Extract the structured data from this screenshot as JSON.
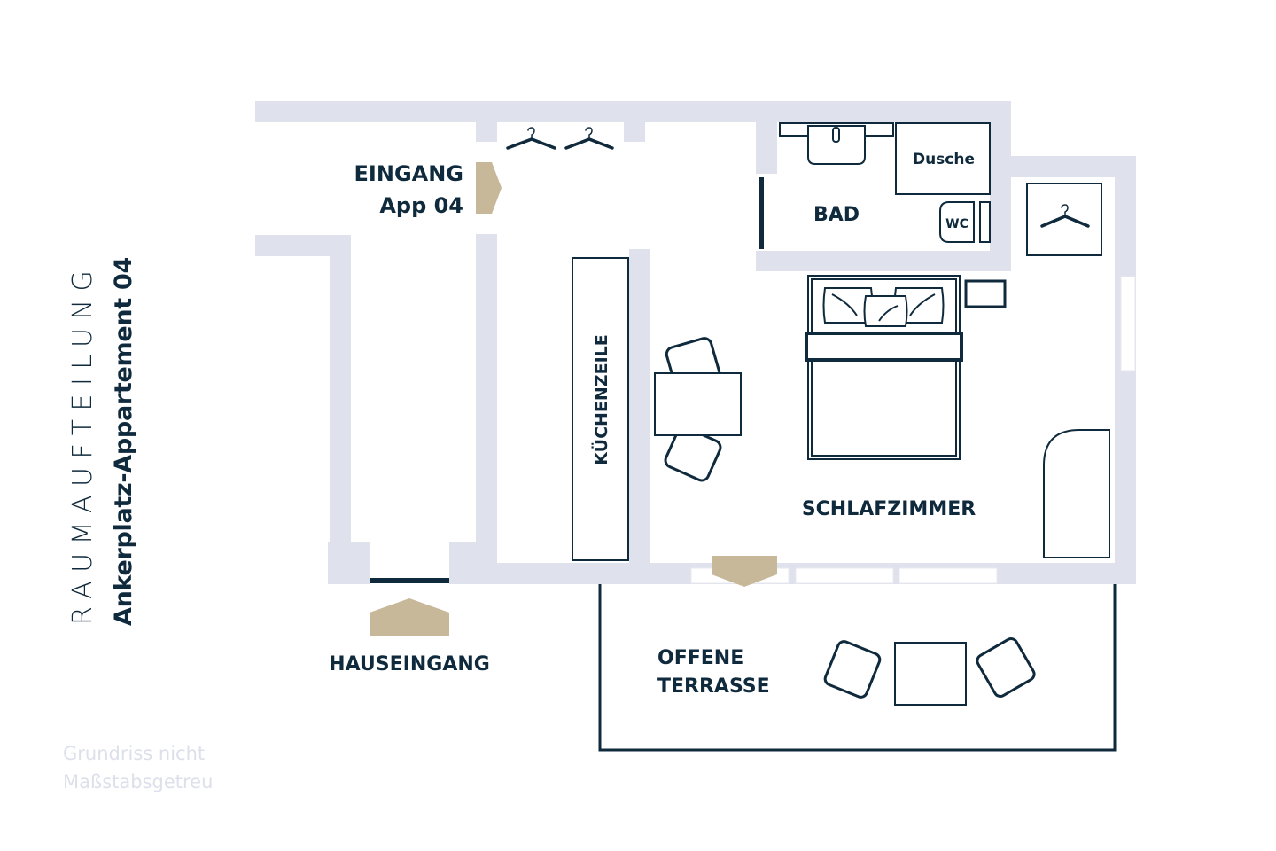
{
  "title": {
    "heading": "RAUMAUFTEILUNG",
    "subheading": "Ankerplatz-Appartement 04"
  },
  "note": {
    "line1": "Grundriss nicht",
    "line2": "Maßstabsgetreu"
  },
  "rooms": {
    "entrance_line1": "EINGANG",
    "entrance_line2": "App 04",
    "bathroom": "BAD",
    "shower": "Dusche",
    "wc": "WC",
    "kitchen": "KÜCHENZEILE",
    "bedroom": "SCHLAFZIMMER",
    "house_entrance": "HAUSEINGANG",
    "terrace_line1": "OFFENE",
    "terrace_line2": "TERRASSE"
  },
  "icons": {
    "wardrobe_hanger": "hanger-icon",
    "entrance_marker": "door-arrow-icon"
  },
  "colors": {
    "wall": "#dfe2ec",
    "line": "#0f2a3c",
    "door_marker": "#c8b89a",
    "note_text": "#dde0ea"
  }
}
